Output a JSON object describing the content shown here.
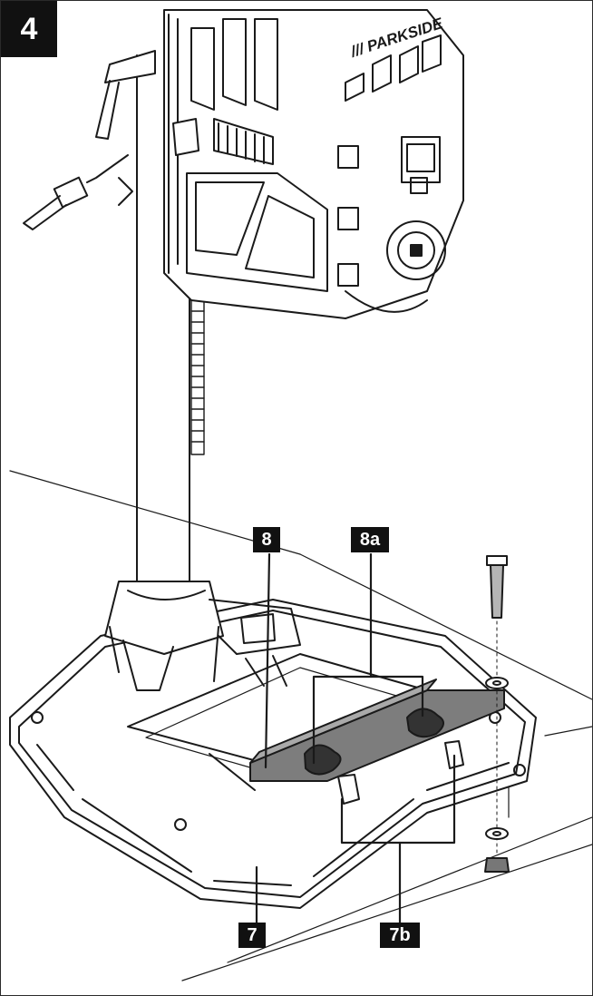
{
  "figure": {
    "number": "4"
  },
  "brand": {
    "text": "/// PARKSIDE"
  },
  "labels": {
    "l8": "8",
    "l8a": "8a",
    "l7": "7",
    "l7b": "7b"
  },
  "colors": {
    "line": "#1a1a1a",
    "plate_fill": "#7d7d7d",
    "label_bg": "#111111",
    "label_text": "#ffffff"
  }
}
